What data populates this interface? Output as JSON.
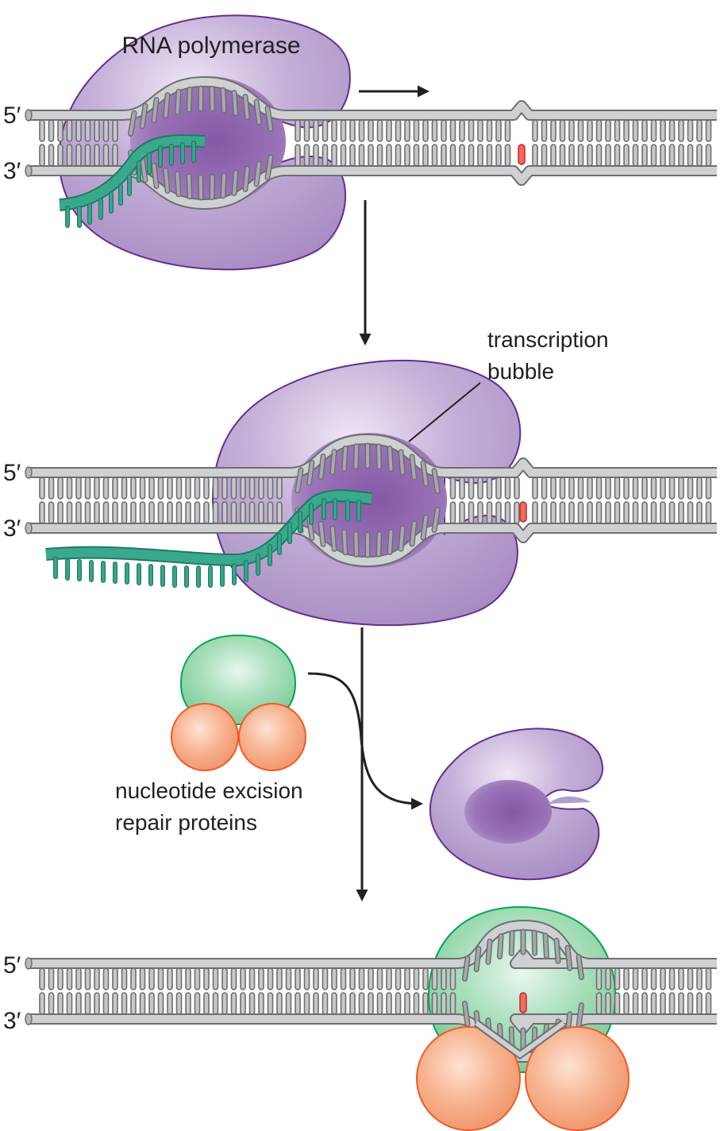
{
  "labels": {
    "rna_polymerase": "RNA polymerase",
    "transcription_bubble_line1": "transcription",
    "transcription_bubble_line2": "bubble",
    "repair_line1": "nucleotide excision",
    "repair_line2": "repair proteins",
    "five_prime": "5′",
    "three_prime": "3′"
  },
  "colors": {
    "polymerase": "#b39ccb",
    "polymerase_dark": "#8a63ac",
    "polymerase_outline": "#662d91",
    "rna": "#3aa88c",
    "rna_outline": "#1e7a63",
    "dna_strand": "#cfd0d2",
    "dna_outline": "#6d6e71",
    "lesion": "#f26b5b",
    "repair_green": "#8fd3a6",
    "repair_orange": "#f4a27c",
    "arrow": "#231f20"
  },
  "icons": {
    "arrow": "arrow-right-icon",
    "lesion": "dna-lesion-icon"
  }
}
